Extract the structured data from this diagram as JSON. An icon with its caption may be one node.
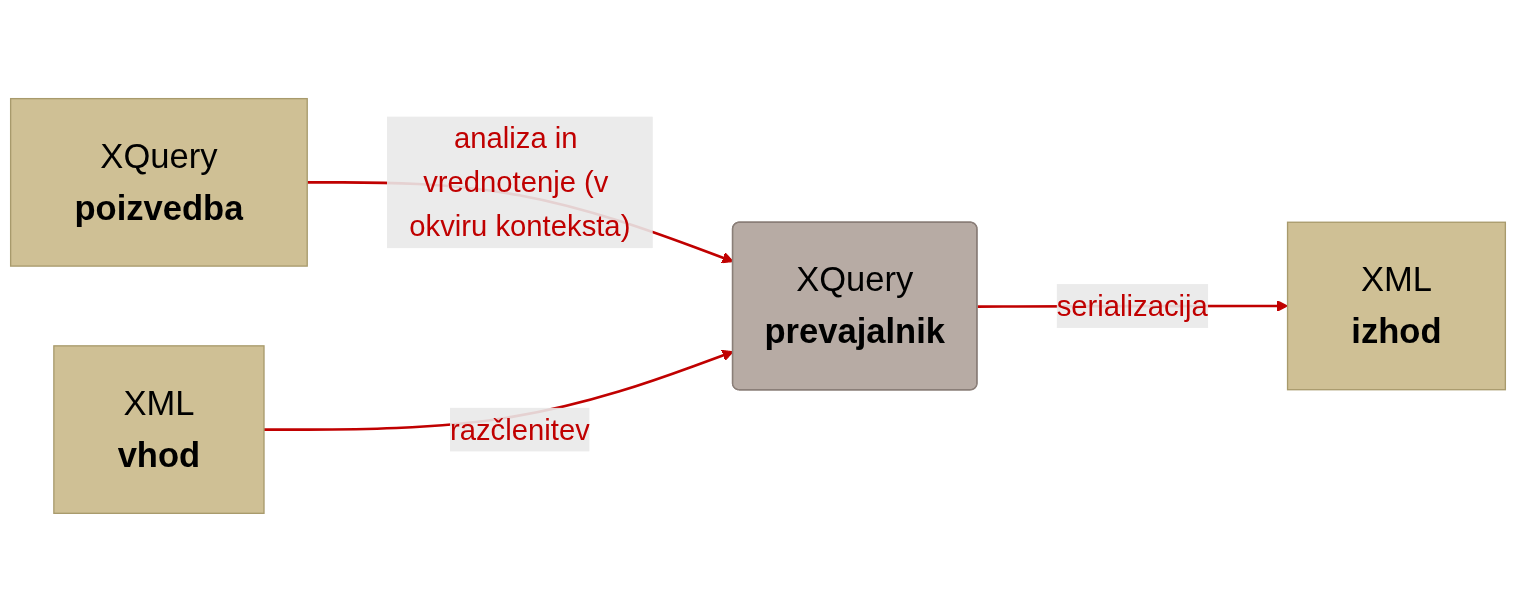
{
  "diagram": {
    "nodes": [
      {
        "text": [
          "XQuery",
          "poizvedba"
        ]
      },
      {
        "text": [
          "XML",
          "vhod"
        ]
      },
      {
        "text": [
          "XQuery",
          "prevajalnik"
        ]
      },
      {
        "text": [
          "XML",
          "izhod"
        ]
      }
    ],
    "edges": [
      {
        "from": 0,
        "to": 2,
        "arrow": "to",
        "label": "analiza in vrednotenje (v okviru konteksta)"
      },
      {
        "from": 1,
        "to": 2,
        "arrow": "to",
        "label": "razčlenitev"
      },
      {
        "from": 2,
        "to": 3,
        "arrow": "to",
        "label": "serializacija"
      }
    ]
  }
}
